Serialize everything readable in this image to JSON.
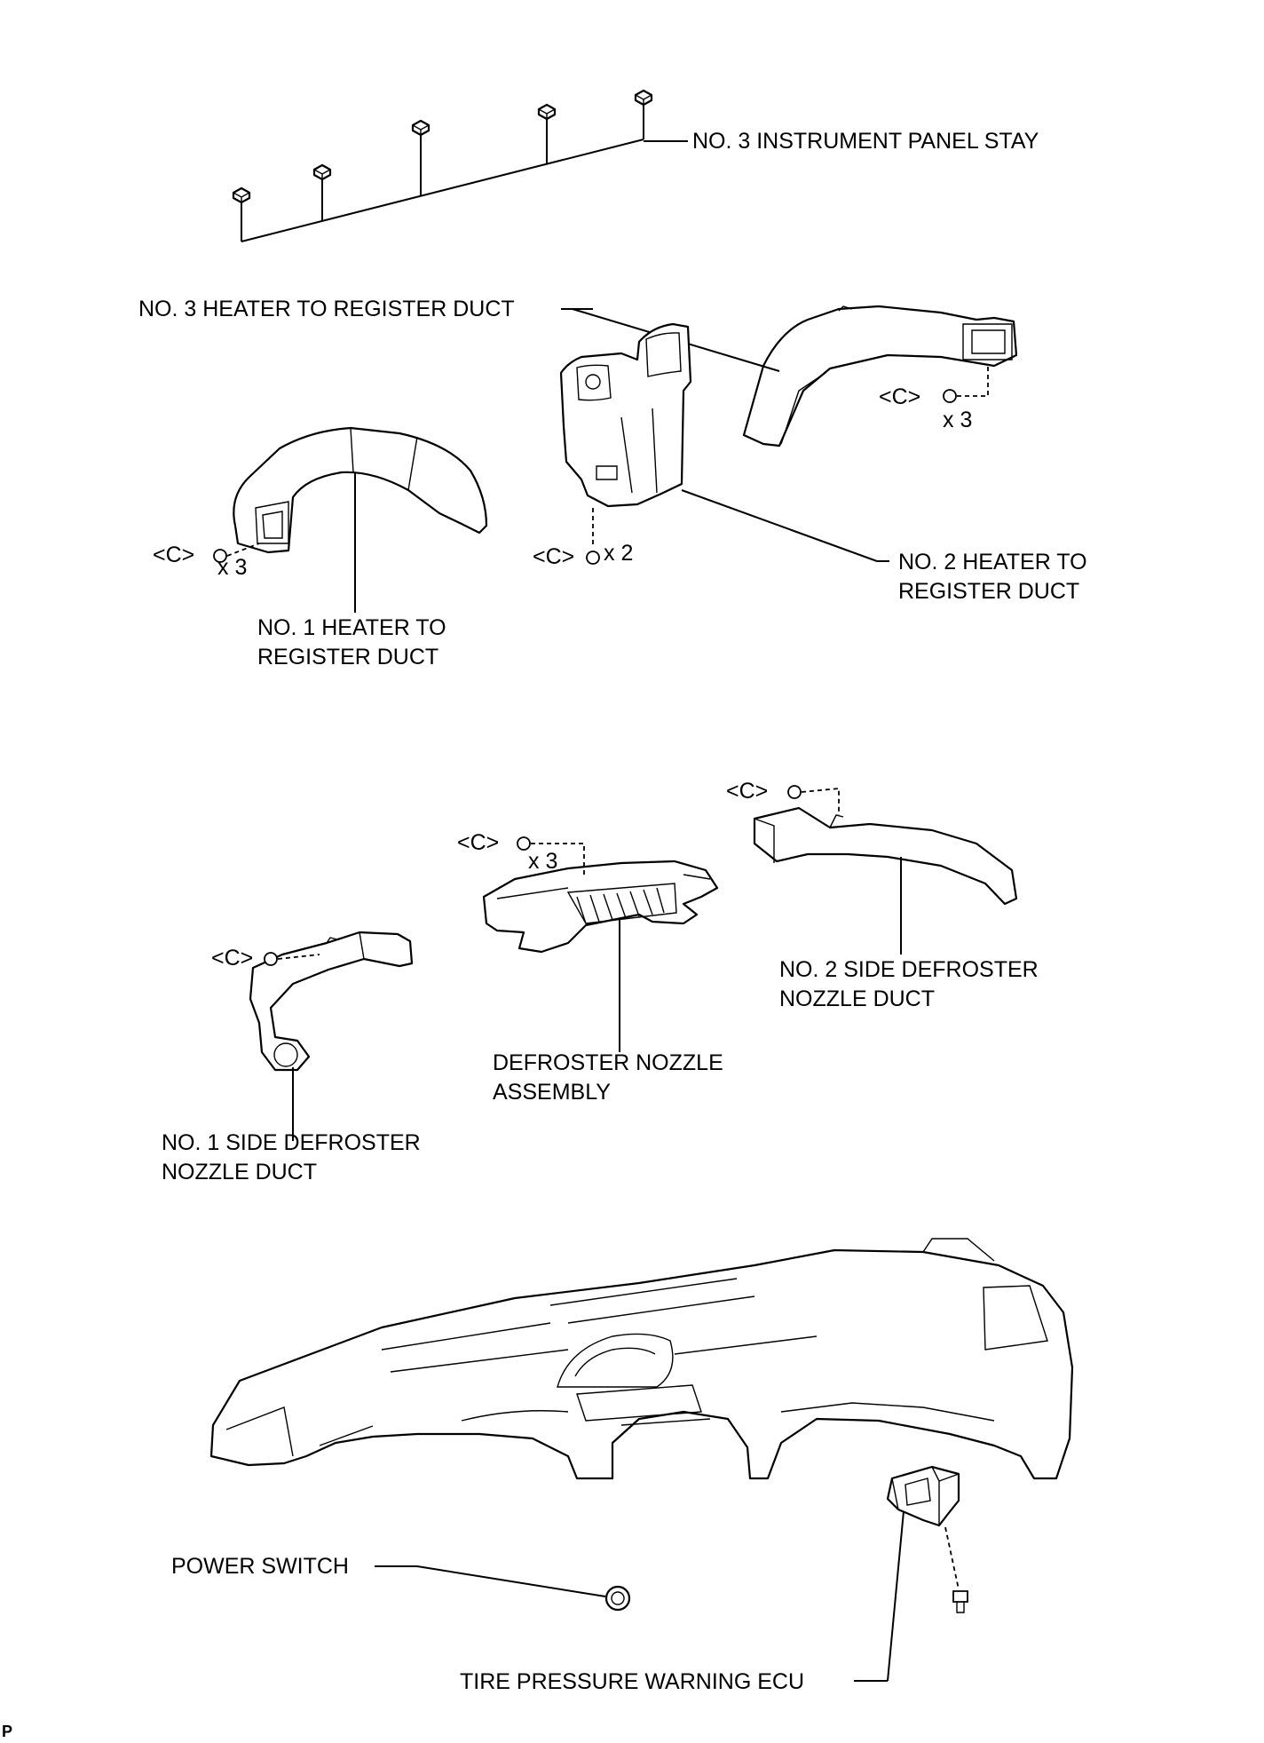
{
  "labels": {
    "stay": "NO. 3 INSTRUMENT PANEL STAY",
    "duct3": "NO. 3 HEATER TO REGISTER DUCT",
    "duct2_l1": "NO. 2 HEATER TO",
    "duct2_l2": "REGISTER DUCT",
    "duct1_l1": "NO. 1 HEATER TO",
    "duct1_l2": "REGISTER DUCT",
    "side2_l1": "NO. 2 SIDE DEFROSTER",
    "side2_l2": "NOZZLE DUCT",
    "nozzle_l1": "DEFROSTER NOZZLE",
    "nozzle_l2": "ASSEMBLY",
    "side1_l1": "NO. 1 SIDE DEFROSTER",
    "side1_l2": "NOZZLE DUCT",
    "power": "POWER SWITCH",
    "tpms": "TIRE PRESSURE WARNING ECU"
  },
  "fasteners": {
    "c": "<C>",
    "x3": "x 3",
    "x2": "x 2"
  },
  "corner_mark": "P"
}
